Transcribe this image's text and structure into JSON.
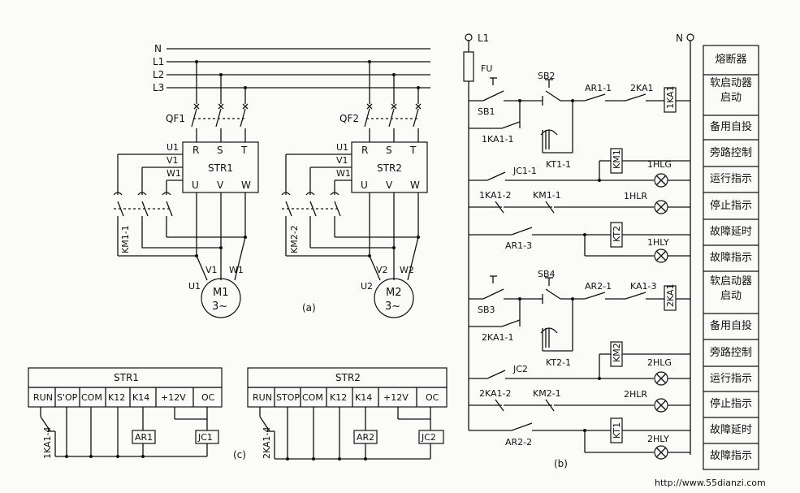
{
  "power_bus": {
    "labels": [
      "N",
      "L1",
      "L2",
      "L3"
    ]
  },
  "breakers": {
    "qf1": "QF1",
    "qf2": "QF2"
  },
  "starters": [
    {
      "name": "STR1",
      "inputs": [
        "R",
        "S",
        "T"
      ],
      "outputs": [
        "U",
        "V",
        "W"
      ],
      "feeds": [
        "U1",
        "V1",
        "W1"
      ],
      "bypass": "KM1-1",
      "motor_terms": [
        "U1",
        "V1",
        "W1"
      ],
      "motor": "M1",
      "motor_phase": "3~"
    },
    {
      "name": "STR2",
      "inputs": [
        "R",
        "S",
        "T"
      ],
      "outputs": [
        "U",
        "V",
        "W"
      ],
      "feeds": [
        "U1",
        "V1",
        "W1"
      ],
      "bypass": "KM2-2",
      "motor_terms": [
        "U2",
        "V2",
        "W2"
      ],
      "motor": "M2",
      "motor_phase": "3~"
    }
  ],
  "fig_labels": {
    "a": "(a)",
    "b": "(b)",
    "c": "(c)"
  },
  "terminal_strips": [
    {
      "title": "STR1",
      "terminals": [
        "RUN",
        "S'OP",
        "COM",
        "K12",
        "K14",
        "+12V",
        "OC"
      ],
      "contact": "1KA1-4",
      "relays": [
        "AR1",
        "JC1"
      ]
    },
    {
      "title": "STR2",
      "terminals": [
        "RUN",
        "STOP",
        "COM",
        "K12",
        "K14",
        "+12V",
        "OC"
      ],
      "contact": "2KA1-4",
      "relays": [
        "AR2",
        "JC2"
      ]
    }
  ],
  "control": {
    "l1": "L1",
    "n": "N",
    "fu": "FU",
    "group1": {
      "sb1": "SB1",
      "sb2": "SB2",
      "hold": "1KA1-1",
      "kt": "KT1-1",
      "ar": "AR1-1",
      "ka_series": "2KA1",
      "coil_ka": "1KA1",
      "jc": "JC1-1",
      "coil_km": "KM1",
      "lamp_run": "1HLG",
      "ka2": "1KA1-2",
      "km_nc": "KM1-1",
      "lamp_stop": "1HLR",
      "ar3": "AR1-3",
      "coil_kt": "KT2",
      "lamp_fault": "1HLY"
    },
    "group2": {
      "sb3": "SB3",
      "sb4": "SB4",
      "hold": "2KA1-1",
      "kt": "KT2-1",
      "ar": "AR2-1",
      "ka_series": "KA1-3",
      "coil_ka": "2KA1",
      "jc": "JC2",
      "coil_km": "KM2",
      "lamp_run": "2HLG",
      "ka2": "2KA1-2",
      "km_nc": "KM2-1",
      "lamp_stop": "2HLR",
      "ar3": "AR2-2",
      "coil_kt": "KT1",
      "lamp_fault": "2HLY"
    }
  },
  "function_table": [
    "熔断器",
    "软启动器启动",
    "备用自投",
    "旁路控制",
    "运行指示",
    "停止指示",
    "故障延时",
    "故障指示",
    "软启动器启动",
    "备用自投",
    "旁路控制",
    "运行指示",
    "停止指示",
    "故障延时",
    "故障指示"
  ],
  "watermark": "http://www.55dianzi.com"
}
